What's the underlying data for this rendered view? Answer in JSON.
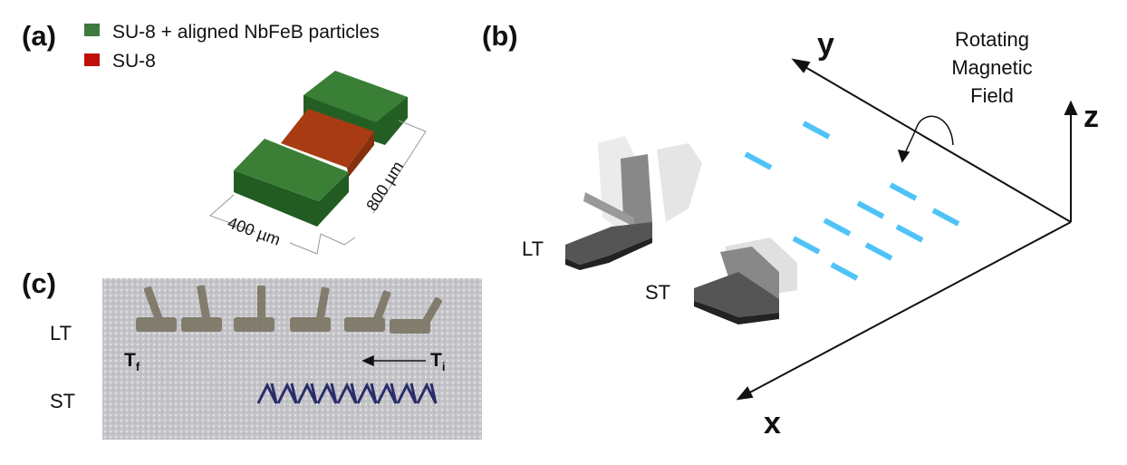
{
  "panels": {
    "a": "(a)",
    "b": "(b)",
    "c": "(c)"
  },
  "legend": [
    {
      "label": "SU-8 + aligned NbFeB particles",
      "color": "#3f7a3f"
    },
    {
      "label": "SU-8",
      "color": "#c0100c"
    }
  ],
  "dimensions": {
    "width": "400 µm",
    "length": "800 µm"
  },
  "panel_b": {
    "axes": {
      "x": "x",
      "y": "y",
      "z": "z"
    },
    "field_label": [
      "Rotating",
      "Magnetic",
      "Field"
    ],
    "labels": {
      "lt": "LT",
      "st": "ST"
    },
    "field_color": "#4fc3f7"
  },
  "panel_c": {
    "labels": {
      "lt": "LT",
      "st": "ST"
    },
    "t_final": {
      "base": "T",
      "sub": "f"
    },
    "t_initial": {
      "base": "T",
      "sub": "i"
    }
  }
}
